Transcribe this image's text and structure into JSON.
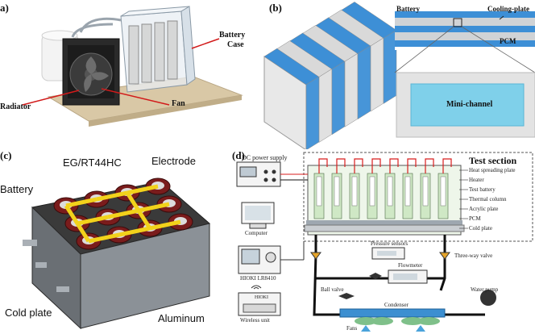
{
  "panel_a": {
    "label": "a)",
    "callouts": {
      "battery_case": "Battery\nCase",
      "battery_case_1": "Battery",
      "battery_case_2": "Case",
      "radiator": "Radiator",
      "fan": "Fan"
    }
  },
  "panel_b": {
    "label": "(b)",
    "callouts": {
      "battery": "Battery",
      "cooling_plate": "Cooling-plate",
      "pcm": "PCM",
      "mini_channel": "Mini-channel"
    }
  },
  "panel_c": {
    "label": "(c)",
    "callouts": {
      "eg": "EG/RT44HC",
      "electrode": "Electrode",
      "battery": "Battery",
      "cold_plate": "Cold plate",
      "aluminum": "Aluminum"
    }
  },
  "panel_d": {
    "label": "(d)",
    "title": "Test section",
    "equipment": {
      "dc_power": "DC power supply",
      "computer": "Computer",
      "hioki": "HIOKI  LR8410",
      "wireless": "Wireless unit",
      "pressure": "Pressure sensors",
      "flowmeter": "Flowmeter",
      "three_way": "Three-way valve",
      "ball_valve": "Ball valve",
      "water_pump": "Water pump",
      "condenser": "Condenser",
      "fans": "Fans",
      "hioki_badge": "HIOKI"
    },
    "layers": [
      "Heat spreading plate",
      "Heater",
      "Test battery",
      "Thermal column",
      "Acrylic plate",
      "PCM",
      "Cold plate"
    ]
  },
  "colors": {
    "cell_blue": "#3d8fd6",
    "cell_gray": "#d9d9d9",
    "yellow_electrode": "#f2d21b",
    "pcm_green": "#cfe8c5",
    "pipe_black": "#111111",
    "condenser_blue": "#3c8fd1"
  }
}
